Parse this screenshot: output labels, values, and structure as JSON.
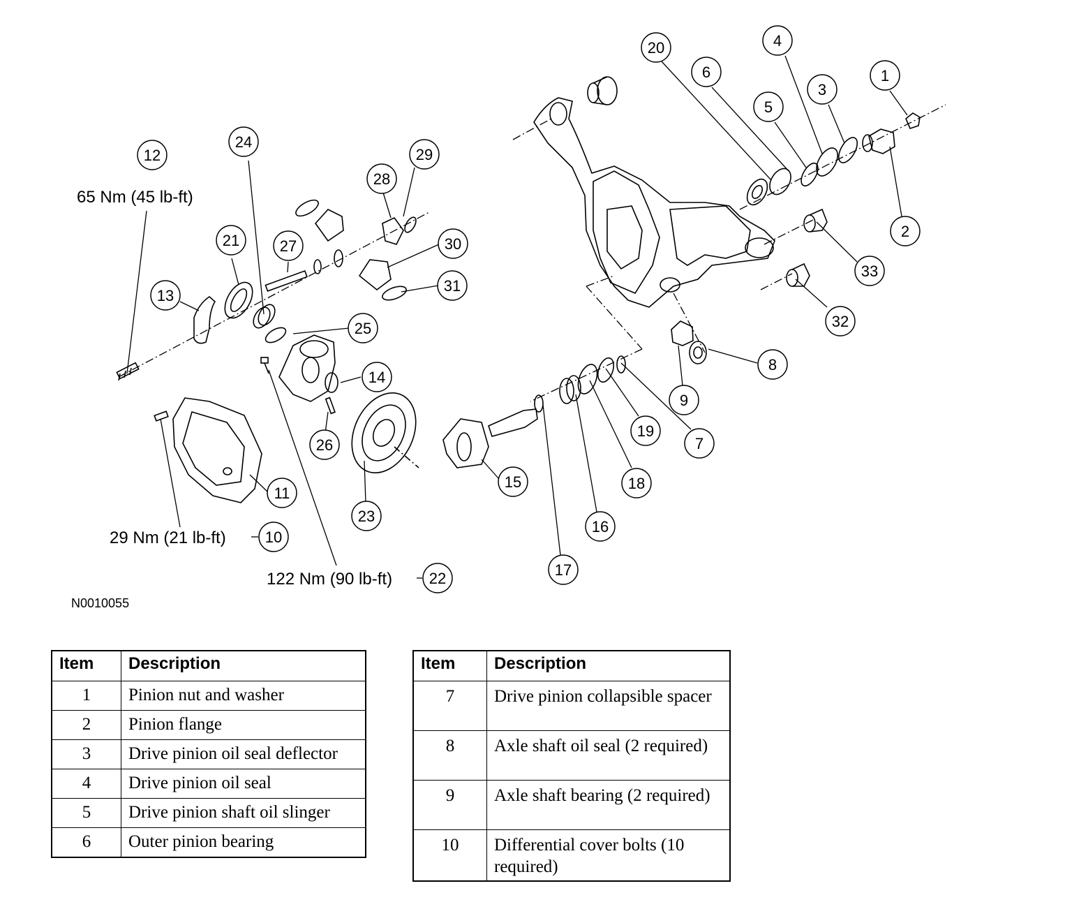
{
  "figure_code": "N0010055",
  "torque_labels": {
    "t12": "65 Nm (45 lb-ft)",
    "t10": "29 Nm (21 lb-ft)",
    "t22": "122 Nm (90 lb-ft)"
  },
  "callouts": [
    "1",
    "2",
    "3",
    "4",
    "5",
    "6",
    "7",
    "8",
    "9",
    "10",
    "11",
    "12",
    "13",
    "14",
    "15",
    "16",
    "17",
    "18",
    "19",
    "20",
    "21",
    "22",
    "23",
    "24",
    "25",
    "26",
    "27",
    "28",
    "29",
    "30",
    "31",
    "32",
    "33"
  ],
  "legend_left": {
    "header_item": "Item",
    "header_desc": "Description",
    "rows": [
      {
        "item": "1",
        "desc": "Pinion nut and washer"
      },
      {
        "item": "2",
        "desc": "Pinion flange"
      },
      {
        "item": "3",
        "desc": "Drive pinion oil seal deflector"
      },
      {
        "item": "4",
        "desc": "Drive pinion oil seal"
      },
      {
        "item": "5",
        "desc": "Drive pinion shaft oil slinger"
      },
      {
        "item": "6",
        "desc": "Outer pinion bearing"
      }
    ]
  },
  "legend_right": {
    "header_item": "Item",
    "header_desc": "Description",
    "rows": [
      {
        "item": "7",
        "desc": "Drive pinion collapsible spacer"
      },
      {
        "item": "8",
        "desc": "Axle shaft oil seal (2 required)"
      },
      {
        "item": "9",
        "desc": "Axle shaft bearing (2 required)"
      },
      {
        "item": "10",
        "desc": "Differential cover bolts (10 required)"
      }
    ]
  }
}
